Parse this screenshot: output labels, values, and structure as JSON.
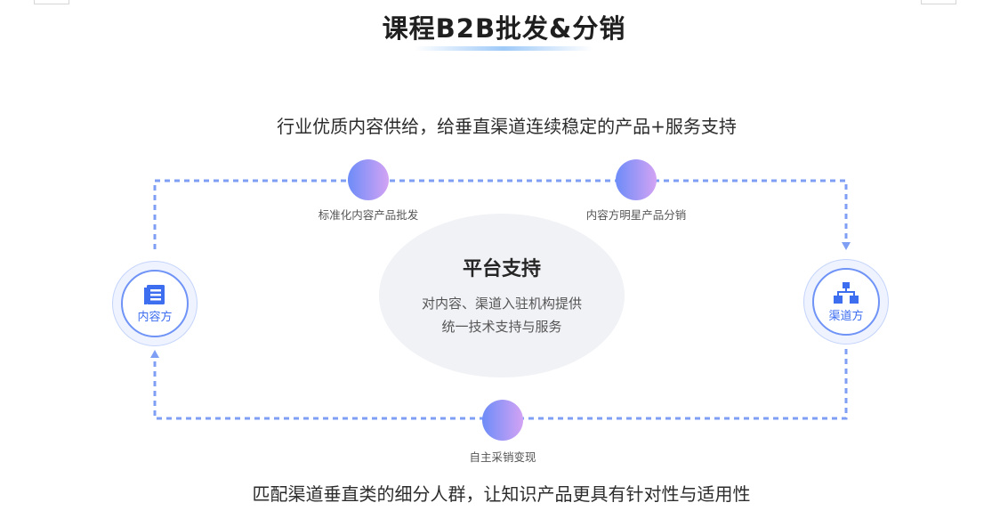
{
  "header": {
    "title": "课程B2B批发&分销"
  },
  "taglines": {
    "top": "行业优质内容供给，给垂直渠道连续稳定的产品+服务支持",
    "bottom": "匹配渠道垂直类的细分人群，让知识产品更具有针对性与适用性"
  },
  "diagram": {
    "nodes": {
      "content_provider": {
        "label": "内容方",
        "icon": "document-list-icon"
      },
      "channel_provider": {
        "label": "渠道方",
        "icon": "org-hierarchy-icon"
      }
    },
    "flows": {
      "wholesale": "标准化内容产品批发",
      "distribution": "内容方明星产品分销",
      "self_purchase": "自主采销变现"
    },
    "center": {
      "title": "平台支持",
      "desc_line1": "对内容、渠道入驻机构提供",
      "desc_line2": "统一技术支持与服务"
    }
  },
  "colors": {
    "dash_line": "#7f9ff5",
    "accent_blue": "#3d6ef0",
    "dot_gradient_start": "#6d8cf8",
    "dot_gradient_end": "#d3a3f4",
    "center_bg": "#f1f2f6"
  }
}
